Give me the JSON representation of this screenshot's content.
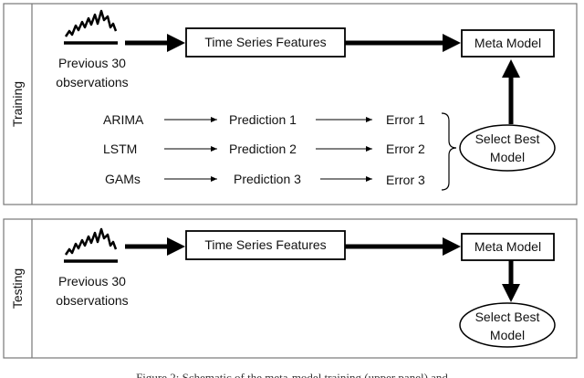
{
  "training": {
    "section_label": "Training",
    "source_label_line1": "Previous 30",
    "source_label_line2": "observations",
    "features_label": "Time Series Features",
    "meta_model_label": "Meta Model",
    "select_best_line1": "Select Best",
    "select_best_line2": "Model",
    "rows": [
      {
        "model": "ARIMA",
        "prediction": "Prediction 1",
        "error": "Error 1"
      },
      {
        "model": "LSTM",
        "prediction": "Prediction 2",
        "error": "Error 2"
      },
      {
        "model": "GAMs",
        "prediction": "Prediction 3",
        "error": "Error 3"
      }
    ]
  },
  "testing": {
    "section_label": "Testing",
    "source_label_line1": "Previous 30",
    "source_label_line2": "observations",
    "features_label": "Time Series Features",
    "meta_model_label": "Meta Model",
    "select_best_line1": "Select Best",
    "select_best_line2": "Model"
  },
  "caption": "Figure 2: Schematic of the meta-model training (upper panel) and"
}
